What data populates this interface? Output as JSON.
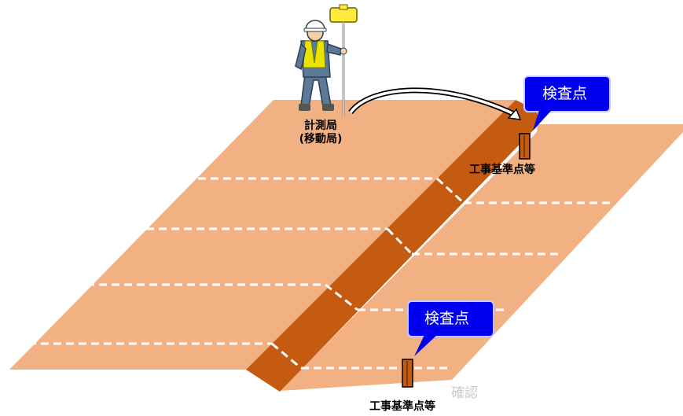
{
  "labels": {
    "station_line1": "計測局",
    "station_line2": "(移動局)",
    "benchmark_upper": "工事基準点等",
    "benchmark_lower": "工事基準点等",
    "ghost_confirm": "確認"
  },
  "callouts": {
    "upper": "検査点",
    "lower": "検査点"
  },
  "colors": {
    "ground": "#f2b183",
    "ridge": "#c55a11",
    "callout": "#0000ee",
    "callout_border": "#ffffff",
    "stake": "#c55a11"
  },
  "icons": {
    "worker": "survey-worker-icon",
    "gnss_rover": "gnss-rover-icon",
    "stake": "benchmark-stake-icon",
    "arrow": "curved-arrow-icon"
  }
}
